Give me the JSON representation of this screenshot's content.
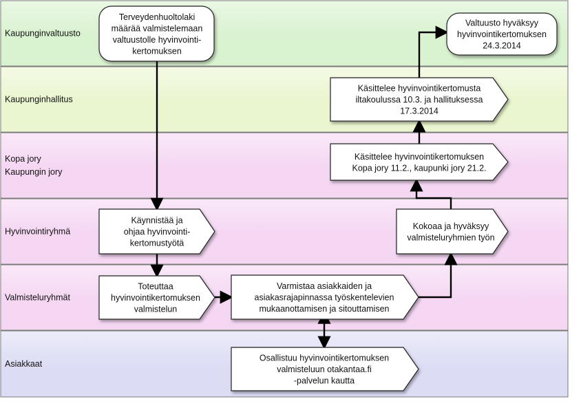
{
  "lanes": [
    {
      "id": "valtuusto",
      "label": [
        "Kaupunginvaltuusto"
      ],
      "color": "#d9f2cf"
    },
    {
      "id": "hallitus",
      "label": [
        "Kaupunginhallitus"
      ],
      "color": "#eaf6cf"
    },
    {
      "id": "jory",
      "label": [
        "Kopa jory",
        "Kaupungin jory"
      ],
      "color": "#f5d6f3"
    },
    {
      "id": "hyvinvointiryhma",
      "label": [
        "Hyvinvointiryhmä"
      ],
      "color": "#f5d6f3"
    },
    {
      "id": "valmisteluryhmat",
      "label": [
        "Valmisteluryhmät"
      ],
      "color": "#f5d6f3"
    },
    {
      "id": "asiakkaat",
      "label": [
        "Asiakkaat"
      ],
      "color": "#dcdcf5"
    }
  ],
  "nodes": [
    {
      "id": "lakimaara",
      "shape": "rounded",
      "lines": [
        "Terveydenhuoltolaki",
        "määrää valmistelemaan",
        "valtuustolle hyvinvointi-",
        "kertomuksen"
      ]
    },
    {
      "id": "hyvaksyy",
      "shape": "rounded",
      "lines": [
        "Valtuusto hyväksyy",
        "hyvinvointikertomuksen",
        "24.3.2014"
      ]
    },
    {
      "id": "kasittelee-hallitus",
      "shape": "arrow",
      "lines": [
        "Käsittelee hyvinvointikertomusta",
        "iltakoulussa 10.3. ja hallituksessa",
        "17.3.2014"
      ]
    },
    {
      "id": "kasittelee-jory",
      "shape": "arrow",
      "lines": [
        "Käsittelee hyvinvointikertomuksen",
        "Kopa jory 11.2., kaupunki jory 21.2."
      ]
    },
    {
      "id": "kaynnistaa",
      "shape": "arrow",
      "lines": [
        "Käynnistää ja",
        "ohjaa hyvinvointi-",
        "kertomustyötä"
      ]
    },
    {
      "id": "kokoaa",
      "shape": "arrow",
      "lines": [
        "Kokoaa ja hyväksyy",
        "valmisteluryhmien työn"
      ]
    },
    {
      "id": "toteuttaa",
      "shape": "arrow",
      "lines": [
        "Toteuttaa",
        "hyvinvointikertomuksen",
        "valmistelun"
      ]
    },
    {
      "id": "varmistaa",
      "shape": "arrow",
      "lines": [
        "Varmistaa asiakkaiden ja",
        "asiakasrajapinnassa työskentelevien",
        "mukaanottamisen ja sitouttamisen"
      ]
    },
    {
      "id": "osallistuu",
      "shape": "arrow",
      "lines": [
        "Osallistuu hyvinvointikertomuksen",
        "valmisteluun otakantaa.fi",
        "-palvelun kautta"
      ]
    }
  ],
  "edges": [
    {
      "from": "lakimaara",
      "to": "kaynnistaa"
    },
    {
      "from": "kaynnistaa",
      "to": "toteuttaa"
    },
    {
      "from": "toteuttaa",
      "to": "varmistaa"
    },
    {
      "from": "varmistaa",
      "to": "kokoaa"
    },
    {
      "from": "kokoaa",
      "to": "kasittelee-jory"
    },
    {
      "from": "kasittelee-jory",
      "to": "kasittelee-hallitus"
    },
    {
      "from": "kasittelee-hallitus",
      "to": "hyvaksyy"
    },
    {
      "from": "varmistaa",
      "to": "osallistuu",
      "bidirectional": true
    }
  ]
}
